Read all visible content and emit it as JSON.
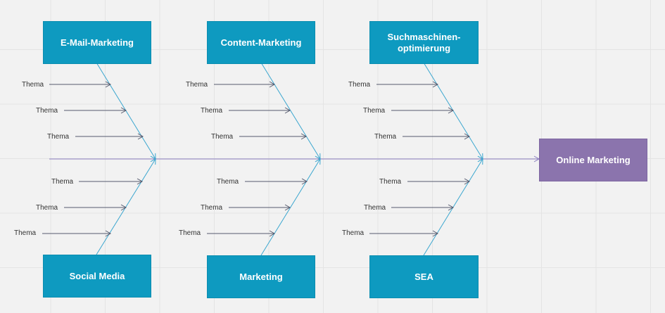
{
  "effect": {
    "label": "Online Marketing",
    "color": "#8b74ad"
  },
  "colors": {
    "category_box": "#0e9ac0",
    "bone_line": "#3aa6cf",
    "spine_line": "#8a7cbf",
    "arrow_line": "#555a6e"
  },
  "categories": [
    {
      "label": "E-Mail-Marketing",
      "causes": [
        "Thema",
        "Thema",
        "Thema"
      ]
    },
    {
      "label": "Content-Marketing",
      "causes": [
        "Thema",
        "Thema",
        "Thema"
      ]
    },
    {
      "label": "Suchmaschinen-optimierung",
      "causes": [
        "Thema",
        "Thema",
        "Thema"
      ]
    },
    {
      "label": "Social Media",
      "causes": [
        "Thema",
        "Thema",
        "Thema"
      ]
    },
    {
      "label": "Marketing",
      "causes": [
        "Thema",
        "Thema",
        "Thema"
      ]
    },
    {
      "label": "SEA",
      "causes": [
        "Thema",
        "Thema",
        "Thema"
      ]
    }
  ]
}
